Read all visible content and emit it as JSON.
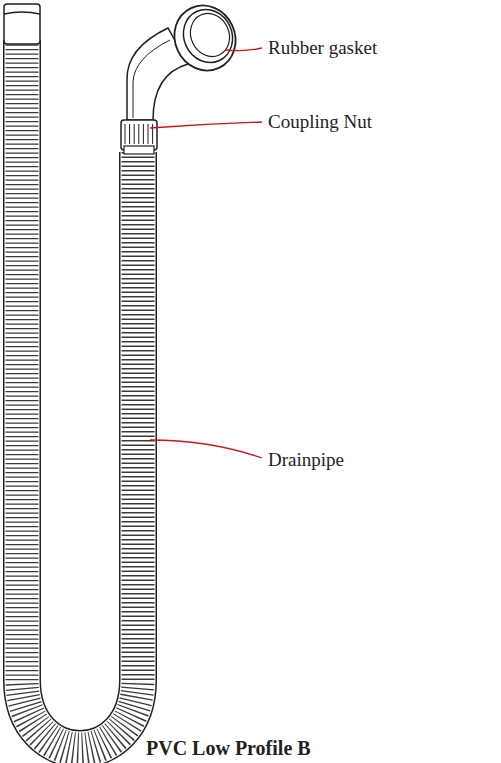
{
  "diagram": {
    "caption": "PVC Low Profile B",
    "labels": [
      "Rubber gasket",
      "Coupling Nut",
      "Drainpipe"
    ]
  }
}
